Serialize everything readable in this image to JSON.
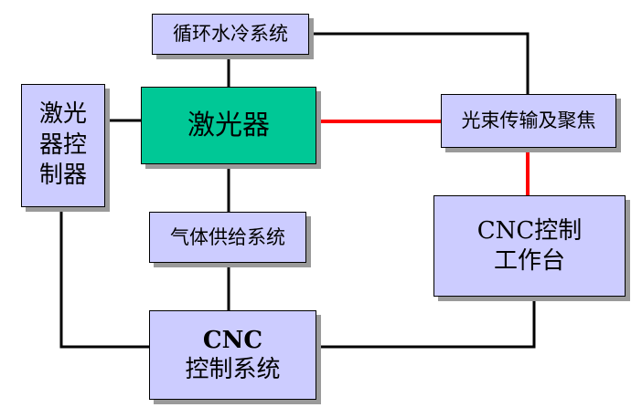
{
  "diagram": {
    "nodes": {
      "cooling": {
        "label": "循环水冷系统"
      },
      "laser": {
        "label": "激光器"
      },
      "laser_ctrl": {
        "lines": [
          "激光",
          "器控",
          "制器"
        ]
      },
      "beam": {
        "label": "光束传输及聚焦"
      },
      "gas": {
        "label": "气体供给系统"
      },
      "cnc_table": {
        "line1": "CNC控制",
        "line2": "工作台"
      },
      "cnc_system": {
        "line1": "CNC",
        "line2": "控制系统"
      }
    },
    "colors": {
      "box_fill": "#ccccff",
      "laser_fill": "#00c896",
      "line": "#000000",
      "beam_line": "#ff0000",
      "shadow": "#9a9a9a"
    }
  }
}
